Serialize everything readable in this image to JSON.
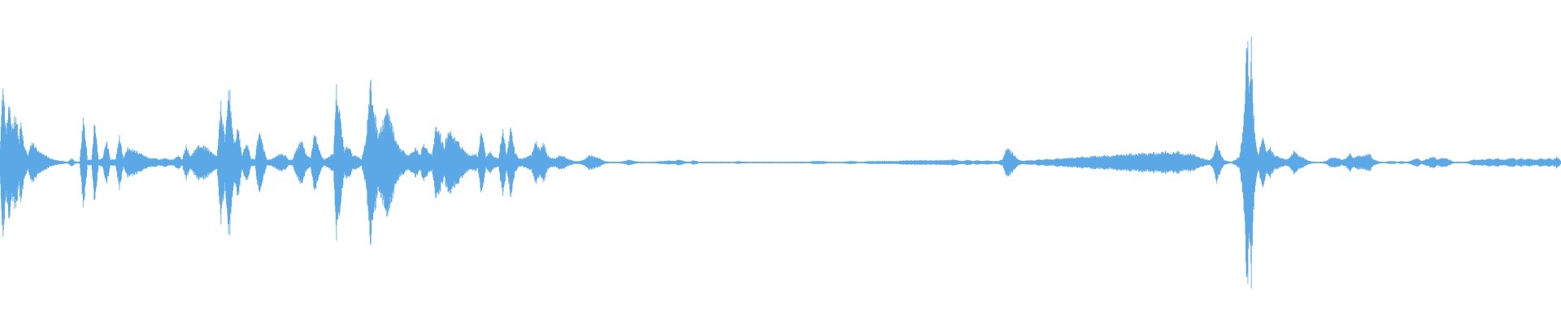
{
  "waveform": {
    "color": "#5aa9e6",
    "background": "#ffffff",
    "envelope": [
      [
        0,
        0.12
      ],
      [
        3,
        0.55
      ],
      [
        6,
        0.22
      ],
      [
        9,
        0.38
      ],
      [
        12,
        0.25
      ],
      [
        16,
        0.34
      ],
      [
        19,
        0.15
      ],
      [
        21,
        0.28
      ],
      [
        24,
        0.12
      ],
      [
        28,
        0.05
      ],
      [
        32,
        0.14
      ],
      [
        35,
        0.12
      ],
      [
        38,
        0.08
      ],
      [
        42,
        0.06
      ],
      [
        46,
        0.05
      ],
      [
        50,
        0.03
      ],
      [
        54,
        0.02
      ],
      [
        58,
        0.015
      ],
      [
        63,
        0.01
      ],
      [
        68,
        0.005
      ],
      [
        72,
        0.03
      ],
      [
        75,
        0.01
      ],
      [
        78,
        0.005
      ],
      [
        80,
        0.01
      ],
      [
        84,
        0.33
      ],
      [
        88,
        0.02
      ],
      [
        92,
        0.02
      ],
      [
        95,
        0.3
      ],
      [
        99,
        0.02
      ],
      [
        103,
        0.03
      ],
      [
        107,
        0.15
      ],
      [
        111,
        0.02
      ],
      [
        116,
        0.02
      ],
      [
        120,
        0.18
      ],
      [
        124,
        0.03
      ],
      [
        128,
        0.1
      ],
      [
        131,
        0.1
      ],
      [
        135,
        0.08
      ],
      [
        140,
        0.07
      ],
      [
        145,
        0.05
      ],
      [
        150,
        0.03
      ],
      [
        156,
        0.03
      ],
      [
        160,
        0.02
      ],
      [
        165,
        0.03
      ],
      [
        170,
        0.02
      ],
      [
        174,
        0.02
      ],
      [
        179,
        0.05
      ],
      [
        183,
        0.02
      ],
      [
        187,
        0.12
      ],
      [
        191,
        0.04
      ],
      [
        196,
        0.09
      ],
      [
        200,
        0.12
      ],
      [
        205,
        0.11
      ],
      [
        210,
        0.09
      ],
      [
        214,
        0.06
      ],
      [
        218,
        0.05
      ],
      [
        222,
        0.4
      ],
      [
        226,
        0.15
      ],
      [
        230,
        0.55
      ],
      [
        235,
        0.12
      ],
      [
        239,
        0.25
      ],
      [
        243,
        0.05
      ],
      [
        248,
        0.14
      ],
      [
        252,
        0.03
      ],
      [
        256,
        0.02
      ],
      [
        260,
        0.22
      ],
      [
        264,
        0.12
      ],
      [
        268,
        0.02
      ],
      [
        272,
        0.02
      ],
      [
        277,
        0.04
      ],
      [
        281,
        0.06
      ],
      [
        286,
        0.05
      ],
      [
        290,
        0.02
      ],
      [
        294,
        0.02
      ],
      [
        298,
        0.1
      ],
      [
        303,
        0.15
      ],
      [
        308,
        0.05
      ],
      [
        312,
        0.03
      ],
      [
        316,
        0.22
      ],
      [
        321,
        0.08
      ],
      [
        325,
        0.02
      ],
      [
        330,
        0.04
      ],
      [
        335,
        0.06
      ],
      [
        338,
        0.5
      ],
      [
        342,
        0.3
      ],
      [
        346,
        0.08
      ],
      [
        350,
        0.12
      ],
      [
        354,
        0.05
      ],
      [
        358,
        0.05
      ],
      [
        363,
        0.02
      ],
      [
        368,
        0.18
      ],
      [
        372,
        0.55
      ],
      [
        376,
        0.35
      ],
      [
        380,
        0.2
      ],
      [
        384,
        0.25
      ],
      [
        388,
        0.38
      ],
      [
        393,
        0.28
      ],
      [
        397,
        0.15
      ],
      [
        401,
        0.1
      ],
      [
        405,
        0.08
      ],
      [
        410,
        0.05
      ],
      [
        414,
        0.08
      ],
      [
        418,
        0.1
      ],
      [
        422,
        0.05
      ],
      [
        426,
        0.14
      ],
      [
        430,
        0.08
      ],
      [
        434,
        0.05
      ],
      [
        438,
        0.25
      ],
      [
        442,
        0.2
      ],
      [
        446,
        0.1
      ],
      [
        450,
        0.22
      ],
      [
        454,
        0.2
      ],
      [
        458,
        0.15
      ],
      [
        463,
        0.12
      ],
      [
        467,
        0.08
      ],
      [
        471,
        0.05
      ],
      [
        476,
        0.06
      ],
      [
        480,
        0.05
      ],
      [
        484,
        0.24
      ],
      [
        488,
        0.04
      ],
      [
        492,
        0.08
      ],
      [
        496,
        0.04
      ],
      [
        501,
        0.03
      ],
      [
        505,
        0.25
      ],
      [
        509,
        0.05
      ],
      [
        513,
        0.25
      ],
      [
        517,
        0.08
      ],
      [
        521,
        0.03
      ],
      [
        525,
        0.03
      ],
      [
        530,
        0.04
      ],
      [
        534,
        0.06
      ],
      [
        538,
        0.15
      ],
      [
        542,
        0.1
      ],
      [
        546,
        0.14
      ],
      [
        550,
        0.05
      ],
      [
        554,
        0.03
      ],
      [
        558,
        0.03
      ],
      [
        562,
        0.05
      ],
      [
        567,
        0.04
      ],
      [
        572,
        0.02
      ],
      [
        577,
        0.01
      ],
      [
        582,
        0.01
      ],
      [
        587,
        0.02
      ],
      [
        592,
        0.05
      ],
      [
        597,
        0.04
      ],
      [
        602,
        0.03
      ],
      [
        607,
        0.01
      ],
      [
        612,
        0.005
      ],
      [
        617,
        0.005
      ],
      [
        622,
        0.005
      ],
      [
        627,
        0.01
      ],
      [
        632,
        0.02
      ],
      [
        637,
        0.01
      ],
      [
        642,
        0.005
      ],
      [
        647,
        0.005
      ],
      [
        652,
        0.005
      ],
      [
        657,
        0.005
      ],
      [
        662,
        0.01
      ],
      [
        667,
        0.01
      ],
      [
        672,
        0.015
      ],
      [
        677,
        0.01
      ],
      [
        682,
        0.02
      ],
      [
        687,
        0.01
      ],
      [
        692,
        0.005
      ],
      [
        697,
        0.015
      ],
      [
        702,
        0.005
      ],
      [
        707,
        0.005
      ],
      [
        712,
        0.005
      ],
      [
        717,
        0.005
      ],
      [
        722,
        0.005
      ],
      [
        727,
        0.005
      ],
      [
        732,
        0.005
      ],
      [
        737,
        0.005
      ],
      [
        742,
        0.01
      ],
      [
        747,
        0.005
      ],
      [
        752,
        0.005
      ],
      [
        757,
        0.005
      ],
      [
        762,
        0.005
      ],
      [
        767,
        0.005
      ],
      [
        772,
        0.005
      ],
      [
        777,
        0.005
      ],
      [
        782,
        0.005
      ],
      [
        787,
        0.005
      ],
      [
        792,
        0.005
      ],
      [
        797,
        0.005
      ],
      [
        802,
        0.005
      ],
      [
        807,
        0.005
      ],
      [
        812,
        0.005
      ],
      [
        817,
        0.01
      ],
      [
        822,
        0.01
      ],
      [
        827,
        0.01
      ],
      [
        832,
        0.005
      ],
      [
        837,
        0.005
      ],
      [
        842,
        0.005
      ],
      [
        847,
        0.005
      ],
      [
        852,
        0.01
      ],
      [
        857,
        0.01
      ],
      [
        862,
        0.005
      ],
      [
        867,
        0.005
      ],
      [
        872,
        0.01
      ],
      [
        877,
        0.01
      ],
      [
        882,
        0.01
      ],
      [
        887,
        0.01
      ],
      [
        892,
        0.01
      ],
      [
        897,
        0.01
      ],
      [
        902,
        0.01
      ],
      [
        907,
        0.015
      ],
      [
        912,
        0.015
      ],
      [
        917,
        0.015
      ],
      [
        922,
        0.015
      ],
      [
        927,
        0.015
      ],
      [
        932,
        0.015
      ],
      [
        937,
        0.015
      ],
      [
        942,
        0.015
      ],
      [
        947,
        0.015
      ],
      [
        952,
        0.015
      ],
      [
        957,
        0.02
      ],
      [
        962,
        0.015
      ],
      [
        967,
        0.01
      ],
      [
        972,
        0.02
      ],
      [
        977,
        0.01
      ],
      [
        982,
        0.015
      ],
      [
        987,
        0.01
      ],
      [
        992,
        0.015
      ],
      [
        997,
        0.01
      ],
      [
        1002,
        0.01
      ],
      [
        1007,
        0.02
      ],
      [
        1011,
        0.1
      ],
      [
        1015,
        0.08
      ],
      [
        1019,
        0.05
      ],
      [
        1023,
        0.02
      ],
      [
        1027,
        0.01
      ],
      [
        1031,
        0.015
      ],
      [
        1035,
        0.015
      ],
      [
        1039,
        0.015
      ],
      [
        1043,
        0.02
      ],
      [
        1047,
        0.02
      ],
      [
        1051,
        0.025
      ],
      [
        1055,
        0.02
      ],
      [
        1059,
        0.025
      ],
      [
        1063,
        0.03
      ],
      [
        1067,
        0.025
      ],
      [
        1071,
        0.03
      ],
      [
        1075,
        0.035
      ],
      [
        1079,
        0.03
      ],
      [
        1083,
        0.035
      ],
      [
        1087,
        0.04
      ],
      [
        1091,
        0.035
      ],
      [
        1095,
        0.04
      ],
      [
        1099,
        0.045
      ],
      [
        1103,
        0.04
      ],
      [
        1107,
        0.045
      ],
      [
        1111,
        0.05
      ],
      [
        1115,
        0.045
      ],
      [
        1119,
        0.05
      ],
      [
        1123,
        0.055
      ],
      [
        1127,
        0.05
      ],
      [
        1131,
        0.055
      ],
      [
        1135,
        0.06
      ],
      [
        1139,
        0.055
      ],
      [
        1143,
        0.06
      ],
      [
        1147,
        0.065
      ],
      [
        1151,
        0.06
      ],
      [
        1155,
        0.065
      ],
      [
        1159,
        0.07
      ],
      [
        1163,
        0.06
      ],
      [
        1167,
        0.07
      ],
      [
        1171,
        0.075
      ],
      [
        1175,
        0.06
      ],
      [
        1179,
        0.07
      ],
      [
        1183,
        0.075
      ],
      [
        1187,
        0.06
      ],
      [
        1191,
        0.05
      ],
      [
        1195,
        0.06
      ],
      [
        1199,
        0.055
      ],
      [
        1203,
        0.04
      ],
      [
        1207,
        0.03
      ],
      [
        1211,
        0.02
      ],
      [
        1215,
        0.015
      ],
      [
        1219,
        0.05
      ],
      [
        1222,
        0.15
      ],
      [
        1225,
        0.08
      ],
      [
        1229,
        0.02
      ],
      [
        1233,
        0.01
      ],
      [
        1237,
        0.005
      ],
      [
        1241,
        0.02
      ],
      [
        1245,
        0.04
      ],
      [
        1249,
        0.25
      ],
      [
        1251,
        0.6
      ],
      [
        1253,
        1.0
      ],
      [
        1255,
        0.5
      ],
      [
        1257,
        0.85
      ],
      [
        1259,
        0.35
      ],
      [
        1261,
        0.15
      ],
      [
        1264,
        0.05
      ],
      [
        1268,
        0.2
      ],
      [
        1272,
        0.08
      ],
      [
        1276,
        0.1
      ],
      [
        1280,
        0.05
      ],
      [
        1284,
        0.04
      ],
      [
        1288,
        0.03
      ],
      [
        1292,
        0.02
      ],
      [
        1296,
        0.04
      ],
      [
        1300,
        0.08
      ],
      [
        1304,
        0.05
      ],
      [
        1308,
        0.04
      ],
      [
        1312,
        0.02
      ],
      [
        1316,
        0.01
      ],
      [
        1320,
        0.005
      ],
      [
        1324,
        0.005
      ],
      [
        1328,
        0.005
      ],
      [
        1332,
        0.01
      ],
      [
        1336,
        0.03
      ],
      [
        1340,
        0.04
      ],
      [
        1344,
        0.03
      ],
      [
        1348,
        0.02
      ],
      [
        1352,
        0.03
      ],
      [
        1356,
        0.06
      ],
      [
        1360,
        0.03
      ],
      [
        1364,
        0.05
      ],
      [
        1368,
        0.04
      ],
      [
        1372,
        0.05
      ],
      [
        1376,
        0.06
      ],
      [
        1380,
        0.02
      ],
      [
        1384,
        0.01
      ],
      [
        1388,
        0.005
      ],
      [
        1392,
        0.005
      ],
      [
        1396,
        0.01
      ],
      [
        1400,
        0.01
      ],
      [
        1404,
        0.005
      ],
      [
        1408,
        0.01
      ],
      [
        1412,
        0.005
      ],
      [
        1416,
        0.01
      ],
      [
        1420,
        0.02
      ],
      [
        1424,
        0.03
      ],
      [
        1428,
        0.01
      ],
      [
        1432,
        0.02
      ],
      [
        1436,
        0.03
      ],
      [
        1440,
        0.04
      ],
      [
        1444,
        0.02
      ],
      [
        1448,
        0.03
      ],
      [
        1452,
        0.03
      ],
      [
        1456,
        0.02
      ],
      [
        1460,
        0.005
      ],
      [
        1464,
        0.005
      ],
      [
        1468,
        0.005
      ],
      [
        1472,
        0.005
      ],
      [
        1476,
        0.01
      ],
      [
        1480,
        0.02
      ],
      [
        1484,
        0.02
      ],
      [
        1488,
        0.02
      ],
      [
        1492,
        0.02
      ],
      [
        1496,
        0.03
      ],
      [
        1500,
        0.02
      ],
      [
        1504,
        0.03
      ],
      [
        1508,
        0.02
      ],
      [
        1512,
        0.02
      ],
      [
        1516,
        0.03
      ],
      [
        1520,
        0.03
      ],
      [
        1524,
        0.02
      ],
      [
        1528,
        0.03
      ],
      [
        1532,
        0.02
      ],
      [
        1536,
        0.03
      ],
      [
        1540,
        0.02
      ],
      [
        1544,
        0.02
      ],
      [
        1548,
        0.03
      ],
      [
        1552,
        0.02
      ],
      [
        1556,
        0.03
      ],
      [
        1560,
        0.02
      ],
      [
        1564,
        0.04
      ],
      [
        1568,
        0.01
      ]
    ]
  }
}
